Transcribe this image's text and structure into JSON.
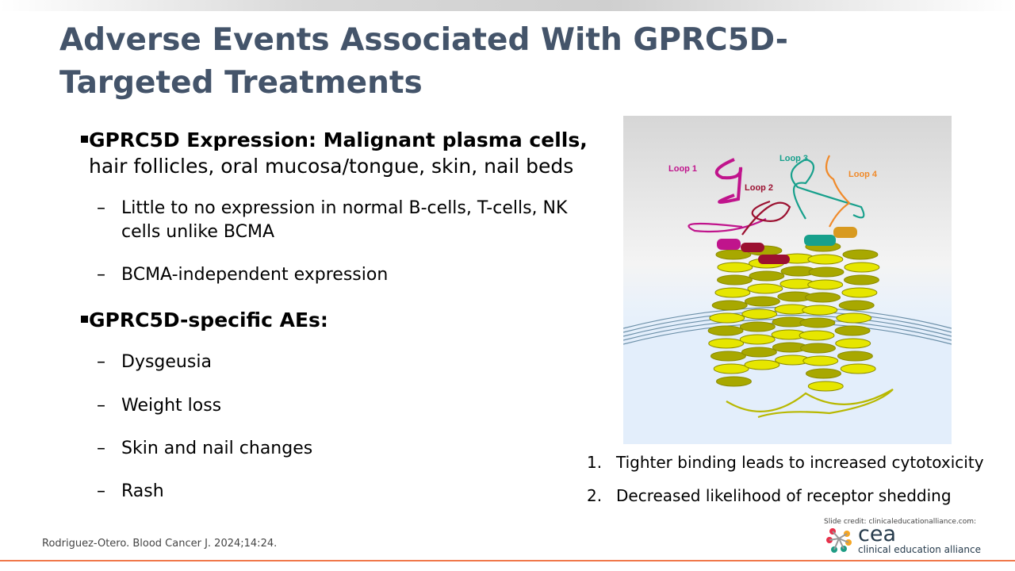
{
  "title": "Adverse Events Associated With GPRC5D-Targeted Treatments",
  "bullets": [
    {
      "bold": "GPRC5D Expression: Malignant plasma cells,",
      "rest": " hair follicles, oral mucosa/tongue, skin, nail beds",
      "subs": [
        "Little to no expression in normal B-cells, T-cells, NK cells unlike BCMA",
        "BCMA-independent expression"
      ]
    },
    {
      "bold": "GPRC5D-specific AEs:",
      "rest": "",
      "subs": [
        "Dysgeusia",
        "Weight loss",
        "Skin and nail changes",
        "Rash"
      ]
    }
  ],
  "sub_dash": "–",
  "numbered": [
    {
      "n": "1.",
      "text": "Tighter binding leads to increased cytotoxicity"
    },
    {
      "n": "2.",
      "text": "Decreased likelihood of receptor shedding"
    }
  ],
  "figure": {
    "loops": [
      "Loop 1",
      "Loop 2",
      "Loop 3",
      "Loop 4"
    ],
    "colors": {
      "loop1": "#c0148c",
      "loop2": "#9b1030",
      "loop3": "#17a08c",
      "loop4": "#f08a2a",
      "helix": "#d8d800"
    }
  },
  "citation": "Rodriguez-Otero. Blood Cancer J. 2024;14:24.",
  "credit": "Slide credit: clinicaleducationalliance.com:",
  "logo": {
    "mark": "cea",
    "name": "clinical education alliance"
  },
  "colors": {
    "title": "#44546a",
    "accent_line": "#f0784a"
  }
}
